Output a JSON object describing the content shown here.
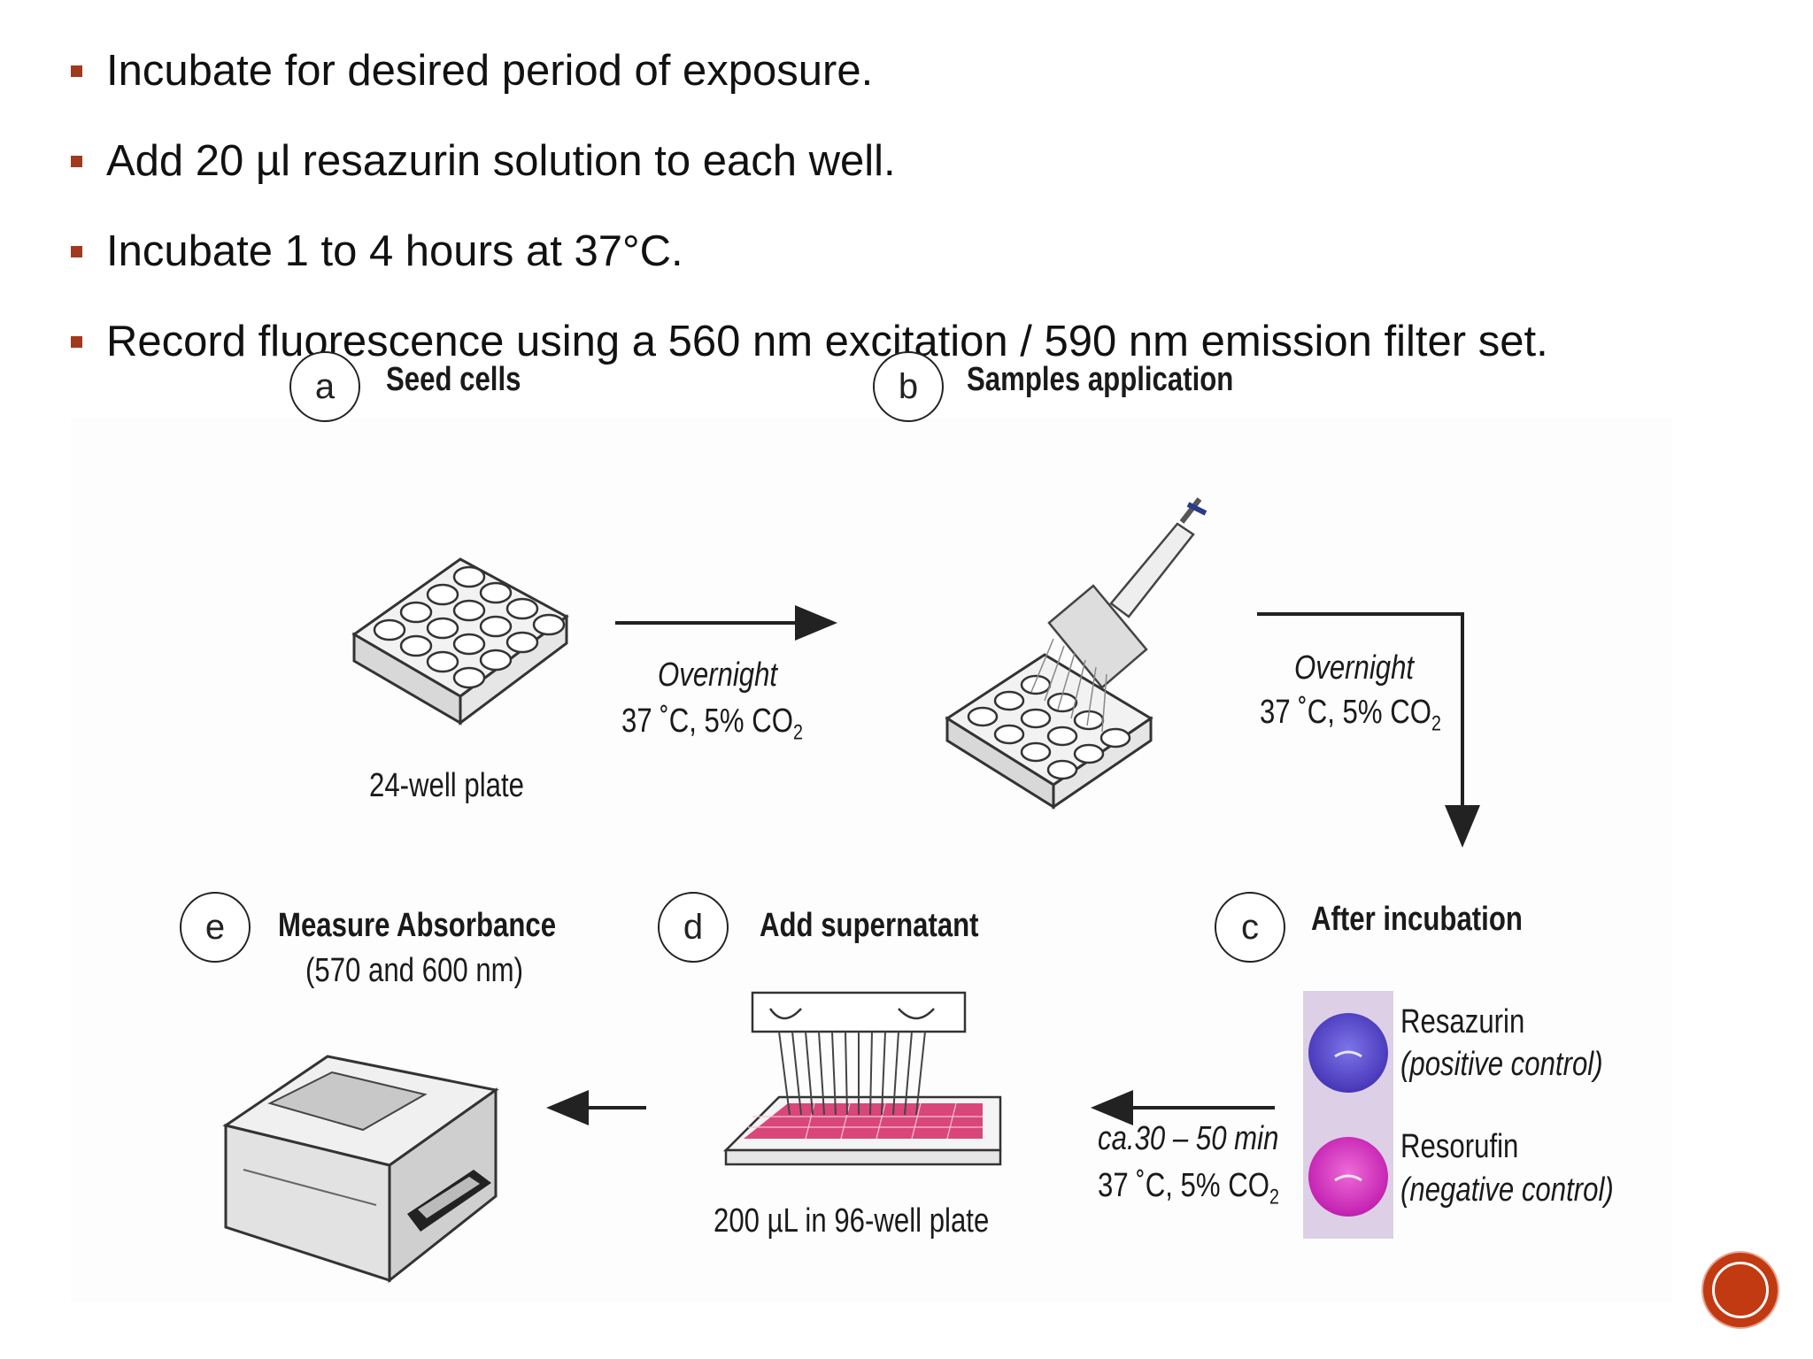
{
  "bullets": [
    "Incubate for desired period of exposure.",
    "Add 20 µl resazurin solution to each well.",
    "Incubate 1 to 4 hours at 37°C.",
    "Record fluorescence using a 560 nm excitation / 590 nm emission filter set."
  ],
  "figure": {
    "step_a": {
      "letter": "a",
      "title": "Seed cells",
      "caption": "24-well plate"
    },
    "step_b": {
      "letter": "b",
      "title": "Samples application"
    },
    "step_c": {
      "letter": "c",
      "title": "After incubation",
      "resazurin_name": "Resazurin",
      "resazurin_note": "(positive control)",
      "resorufin_name": "Resorufin",
      "resorufin_note": "(negative control)"
    },
    "step_d": {
      "letter": "d",
      "title": "Add supernatant",
      "caption": "200 µL in 96-well plate"
    },
    "step_e": {
      "letter": "e",
      "title": "Measure Absorbance",
      "subtitle": "(570 and 600 nm)"
    },
    "arrow_ab": {
      "line1": "Overnight",
      "line2": "37 ˚C, 5% CO",
      "sub": "2"
    },
    "arrow_bc": {
      "line1": "Overnight",
      "line2": "37 ˚C, 5% CO",
      "sub": "2"
    },
    "arrow_cd": {
      "line1": "ca.30 – 50 min",
      "line2": "37 ˚C, 5% CO",
      "sub": "2"
    }
  },
  "colors": {
    "bullet": "#a0391e",
    "nav_button": "#c23a12",
    "resazurin": "#5b4fd0",
    "resorufin": "#d93bc8",
    "plate_wells": "#d9467a"
  },
  "icons": {
    "nav": "circle-nav-icon"
  }
}
